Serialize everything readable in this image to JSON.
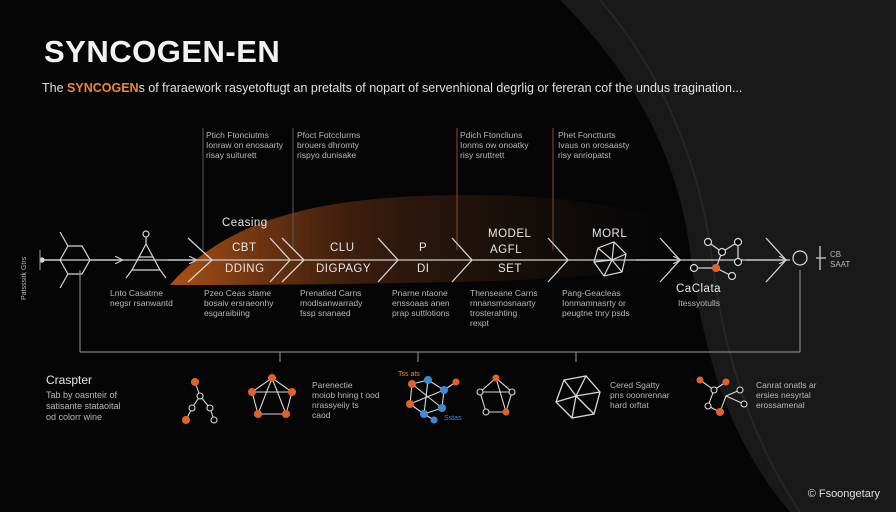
{
  "header": {
    "title": "SYNCOGEN-EN",
    "subtitle_prefix": "The ",
    "subtitle_highlight": "SYNCOGEN",
    "subtitle_rest": "s of fraraework rasyetoftugt an pretalts of nopart of servenhional degrlig or fereran cof the undus tragination..."
  },
  "side_label": "Patsssitk Gtrs",
  "top_annotations": [
    "Ptich Ftonciutms\nIonraw on enosaarty\nrisay suiturett",
    "Pfoct Fotcclurms\nbrouers dhromty\nrispyo dunisake",
    "Pdich Ftoncliuns\nIonms ow onoatky\nrisy sruttrett",
    "Phet Fonctturts\nIvaus on orosaasty\nrisy anriopatst"
  ],
  "pipeline": {
    "stage1_top": "Ceasing",
    "stage2": [
      "CBT",
      "DDING"
    ],
    "stage3": [
      "CLU",
      "DIGPAGY"
    ],
    "stage4": [
      "P",
      "DI"
    ],
    "stage5": [
      "MODEL",
      "AGFL",
      "SET"
    ],
    "stage6": "MORL",
    "stage7": "CaClata",
    "end_label": "CB\nSAAT"
  },
  "bottom_captions": [
    "Lnto Casatme\nnegsr rsanwantd",
    "Pzeo Ceas stame\nbosaiv ersraeonhy\nesgaraibiing",
    "Prenatied Carns\nmodisanwarrady\nfssp snanaed",
    "Pnarne ntaone\nenssoaas anen\nprap suttlotions",
    "Thenseane Carns\nrnnansmosnaarty\ntrosterahting\nrexpt",
    "Pang-Geacleas\nIonmamnasrty or\npeugtne tnry psds",
    "Itessyotulls"
  ],
  "lower": {
    "section_title": "Craspter",
    "section_desc": "Tab by oasnteir of\nsatisante stataoital\nod colorr wine",
    "captions": [
      "Parenectie\nmoiob hning t ood\nnrassyeiiy ts\ncaod",
      "Cered Sgatty\npns ooonrennar\nhard orftat",
      "Canrat onatls ar\nersies nesyrtal\nerossamenal"
    ],
    "tags": [
      "Tss ats",
      "Sstas"
    ]
  },
  "footer_brand": "© Fsoongetary",
  "colors": {
    "background": "#050505",
    "accent_orange": "#f08a30",
    "node_orange": "#e0622a",
    "node_blue": "#3d8bd8",
    "line": "#cfcfcf"
  }
}
